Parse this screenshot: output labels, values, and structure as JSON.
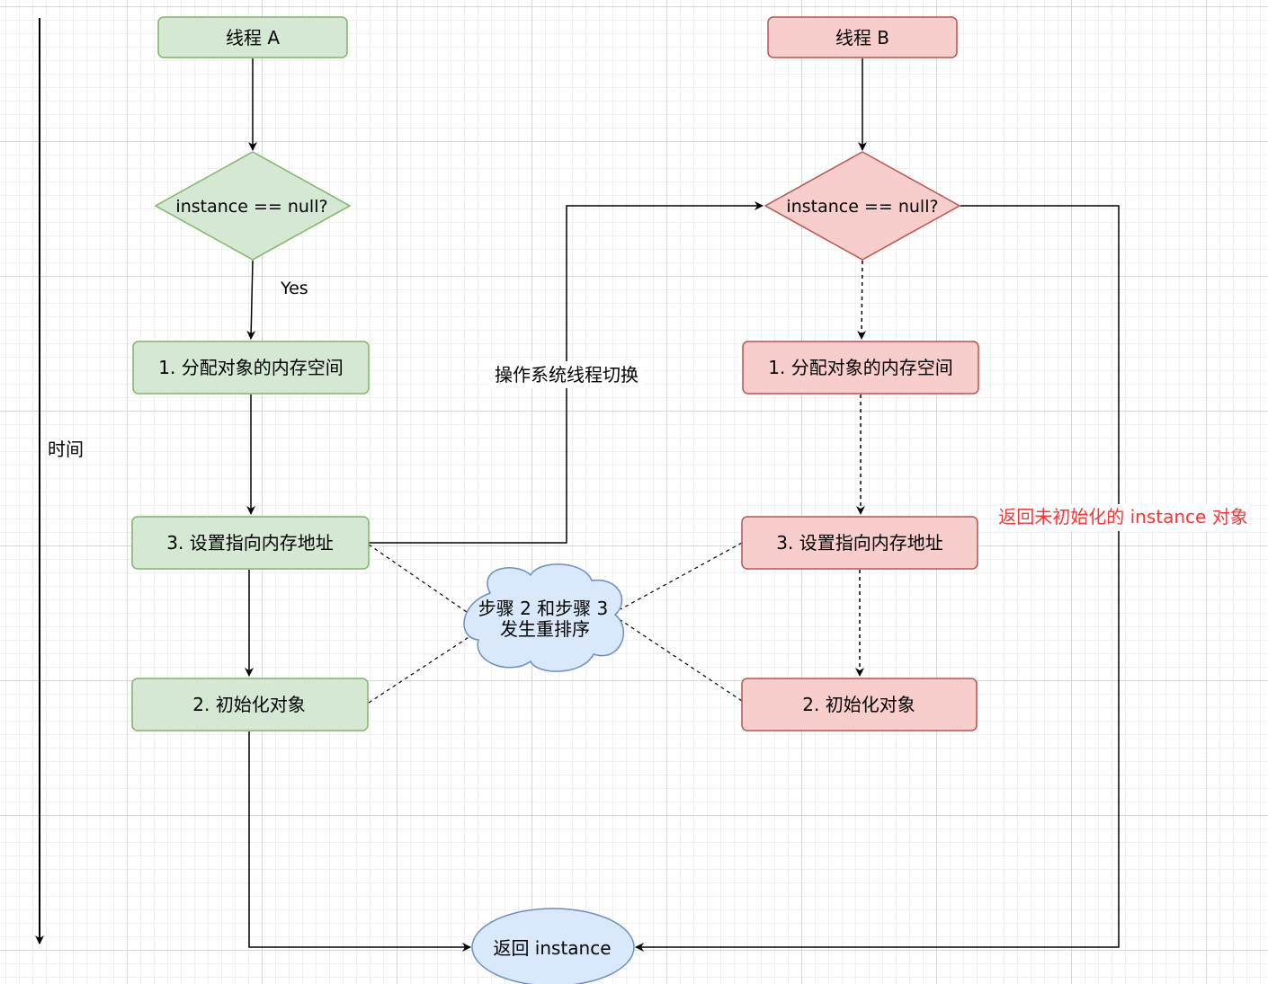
{
  "time_axis": {
    "label": "时间"
  },
  "thread_a": {
    "title": "线程 A",
    "check": "instance == null?",
    "yes_label": "Yes",
    "step1": "1. 分配对象的内存空间",
    "step3": "3. 设置指向内存地址",
    "step2": "2. 初始化对象"
  },
  "thread_b": {
    "title": "线程 B",
    "check": "instance == null?",
    "step1": "1. 分配对象的内存空间",
    "step3": "3. 设置指向内存地址",
    "step2": "2. 初始化对象"
  },
  "switch_label": "操作系统线程切换",
  "reorder_cloud": {
    "line1": "步骤 2 和步骤 3",
    "line2": "发生重排序"
  },
  "return_uninit_label": "返回未初始化的 instance 对象",
  "return_node": "返回 instance",
  "colors": {
    "green_fill": "#d5e8d4",
    "green_stroke": "#82b366",
    "red_fill": "#f8cecc",
    "red_stroke": "#b85450",
    "blue_fill": "#dae8fc",
    "blue_stroke": "#6c8ebf",
    "warning_text": "#ff3333"
  }
}
